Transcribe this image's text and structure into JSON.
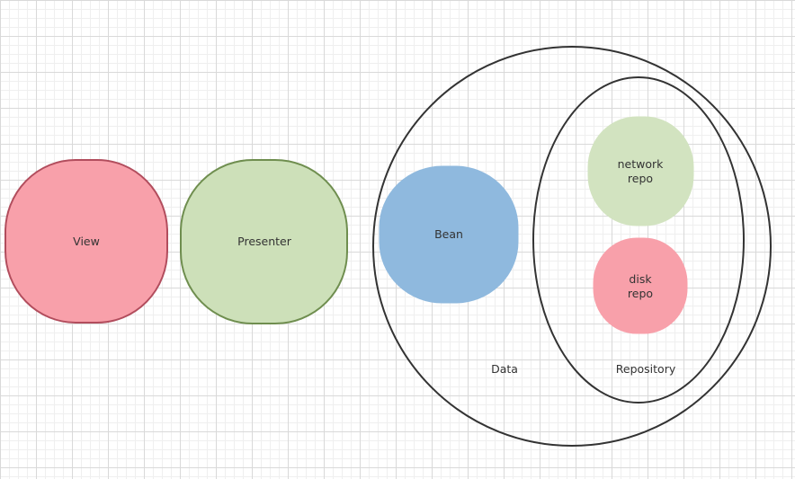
{
  "nodes": {
    "view": {
      "label": "View",
      "fill": "#f8a0aa",
      "stroke": "#b24d5d"
    },
    "presenter": {
      "label": "Presenter",
      "fill": "#cde0b9",
      "stroke": "#6f8e4f"
    },
    "bean": {
      "label": "Bean",
      "fill": "#8fb9de",
      "stroke": "#8fb9de"
    },
    "network_repo": {
      "label": "network\nrepo",
      "fill": "#d2e3c0",
      "stroke": "#d2e3c0"
    },
    "disk_repo": {
      "label": "disk\nrepo",
      "fill": "#f8a0aa",
      "stroke": "#f8a0aa"
    }
  },
  "containers": {
    "data": {
      "label": "Data",
      "stroke": "#333333"
    },
    "repository": {
      "label": "Repository",
      "stroke": "#333333"
    }
  }
}
